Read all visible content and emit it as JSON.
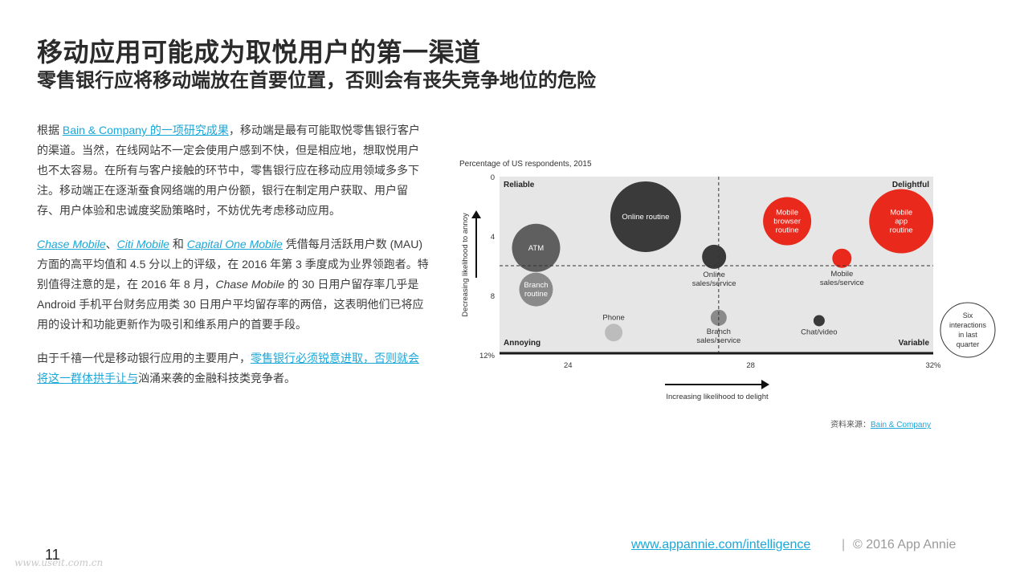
{
  "title": "移动应用可能成为取悦用户的第一渠道",
  "subtitle": "零售银行应将移动端放在首要位置，否则会有丧失竞争地位的危险",
  "para1": {
    "t1": "根据 ",
    "link": "Bain & Company 的一项研究成果",
    "t2": "，移动端是最有可能取悦零售银行客户的渠道。当然，在线网站不一定会使用户感到不快，但是相应地，想取悦用户也不太容易。在所有与客户接触的环节中，零售银行应在移动应用领域多多下注。移动端正在逐渐蚕食网络端的用户份额，银行在制定用户获取、用户留存、用户体验和忠诚度奖励策略时，不妨优先考虑移动应用。"
  },
  "para2": {
    "link1": "Chase Mobile",
    "sep1": "、",
    "link2": "Citi Mobile",
    "and": " 和 ",
    "link3": "Capital One Mobile",
    "t1": " 凭借每月活跃用户数 (MAU) 方面的高平均值和 4.5 分以上的评级，在 2016 年第 3 季度成为业界领跑者。特别值得注意的是，在 2016 年 8 月，",
    "it1": "Chase Mobile",
    "t2": " 的 30 日用户留存率几乎是 Android 手机平台财务应用类 30 日用户平均留存率的两倍，这表明他们已将应用的设计和功能更新作为吸引和维系用户的首要手段。"
  },
  "para3": {
    "t1": "由于千禧一代是移动银行应用的主要用户，",
    "link": "零售银行必须锐意进取，否则就会将这一群体拱手让与",
    "t2": "汹涌来袭的金融科技类竞争者。"
  },
  "chart_data": {
    "type": "scatter",
    "title": "Percentage of US respondents, 2015",
    "xlabel": "Increasing likelihood to delight",
    "ylabel": "Decreasing likelihood to annoy",
    "x_ticks": [
      "24",
      "28",
      "32%"
    ],
    "y_ticks": [
      "0",
      "4",
      "8",
      "12%"
    ],
    "xlim": [
      22.5,
      32
    ],
    "ylim": [
      0,
      12
    ],
    "quadrants": {
      "top_left": "Reliable",
      "top_right": "Delightful",
      "bottom_left": "Annoying",
      "bottom_right": "Variable"
    },
    "size_legend": "Six interactions in last quarter",
    "points": [
      {
        "name": "Online routine",
        "x": 25.7,
        "y": 2.7,
        "size": 44,
        "color": "#3a3a3a",
        "label_inside": true
      },
      {
        "name": "ATM",
        "x": 23.3,
        "y": 4.8,
        "size": 30,
        "color": "#5f5f5f",
        "label_inside": true
      },
      {
        "name": "Branch routine",
        "x": 23.3,
        "y": 7.6,
        "size": 21,
        "color": "#8a8a8a",
        "label_inside": true
      },
      {
        "name": "Online sales/service",
        "x": 27.2,
        "y": 5.4,
        "size": 15,
        "color": "#3a3a3a",
        "label_inside": false
      },
      {
        "name": "Mobile browser routine",
        "x": 28.8,
        "y": 3.0,
        "size": 30,
        "color": "#e8291c",
        "label_inside": true
      },
      {
        "name": "Mobile app routine",
        "x": 31.3,
        "y": 3.0,
        "size": 40,
        "color": "#e8291c",
        "label_inside": true
      },
      {
        "name": "Mobile sales/service",
        "x": 30.0,
        "y": 5.5,
        "size": 12,
        "color": "#e8291c",
        "label_inside": false
      },
      {
        "name": "Phone",
        "x": 25.0,
        "y": 10.5,
        "size": 11,
        "color": "#bcbcbc",
        "label_inside": false
      },
      {
        "name": "Branch sales/service",
        "x": 27.3,
        "y": 9.5,
        "size": 10,
        "color": "#8a8a8a",
        "label_inside": false
      },
      {
        "name": "Chat/video",
        "x": 29.5,
        "y": 9.7,
        "size": 7,
        "color": "#3a3a3a",
        "label_inside": false
      }
    ],
    "ref_x": 27.3,
    "ref_y": 6
  },
  "source": {
    "label": "资料来源：",
    "link": "Bain & Company"
  },
  "page_number": "11",
  "watermark": "www.useit.com.cn",
  "footer": {
    "link": "www.appannie.com/intelligence",
    "sep": "|",
    "copyright": "© 2016 App Annie"
  }
}
